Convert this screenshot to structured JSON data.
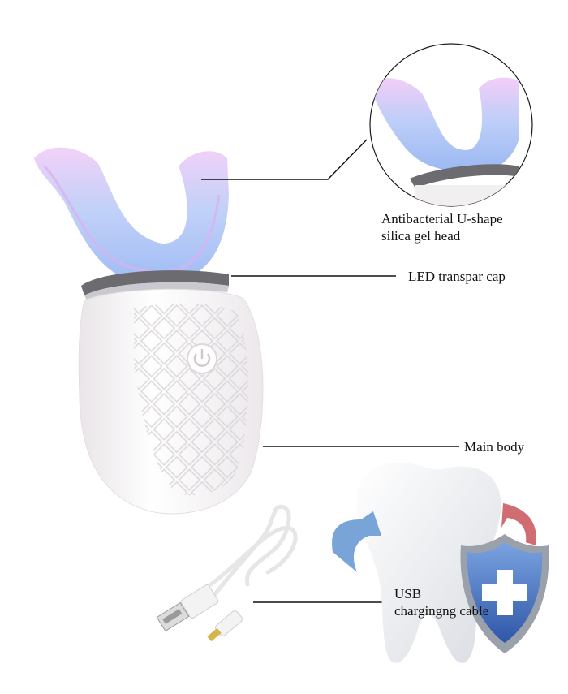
{
  "labels": {
    "head_line1": "Antibacterial U-shape",
    "head_line2": "silica gel head",
    "cap": "LED transpar cap",
    "body": "Main body",
    "usb_line1": "USB",
    "usb_line2": "chargingng cable"
  },
  "icons": {
    "power": "power-icon",
    "shield": "shield-plus-icon",
    "tooth": "tooth-icon",
    "cable": "usb-cable"
  },
  "colors": {
    "brush_head": "#a9c4f5",
    "brush_glow": "#dfa8f0",
    "body": "#f4f1f3",
    "shield": "#4a74c4",
    "arrow_blue": "#6a9ad3",
    "arrow_red": "#c9525a"
  }
}
